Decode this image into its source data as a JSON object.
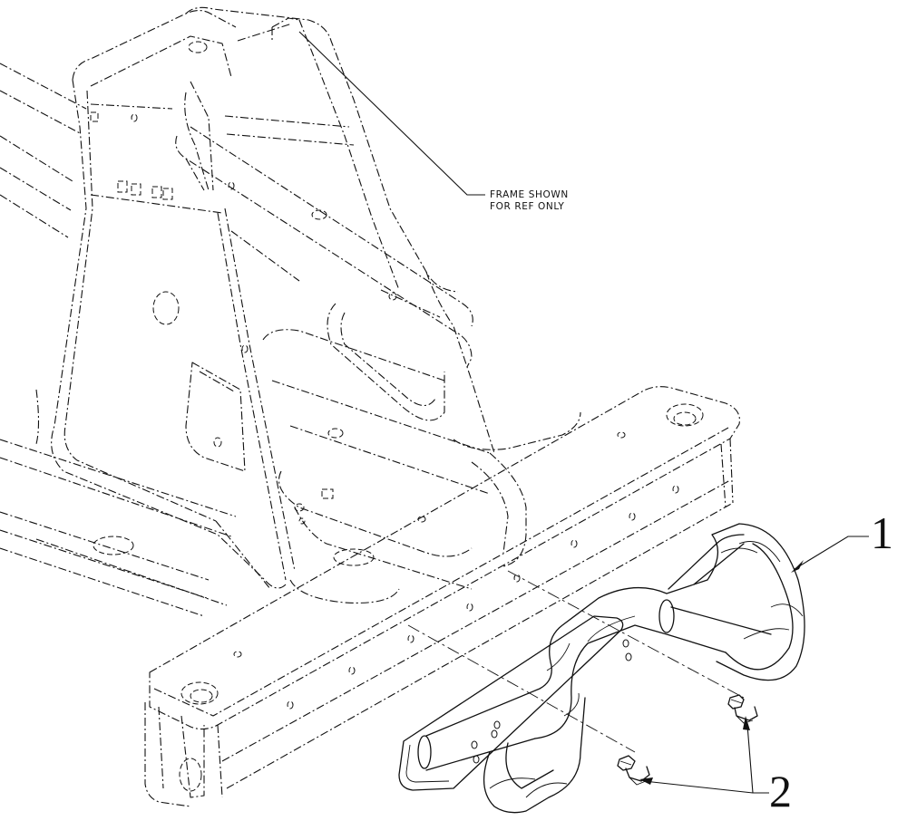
{
  "note": {
    "line1": "FRAME SHOWN",
    "line2": "FOR REF ONLY"
  },
  "callouts": [
    {
      "label": "1"
    },
    {
      "label": "2"
    }
  ]
}
